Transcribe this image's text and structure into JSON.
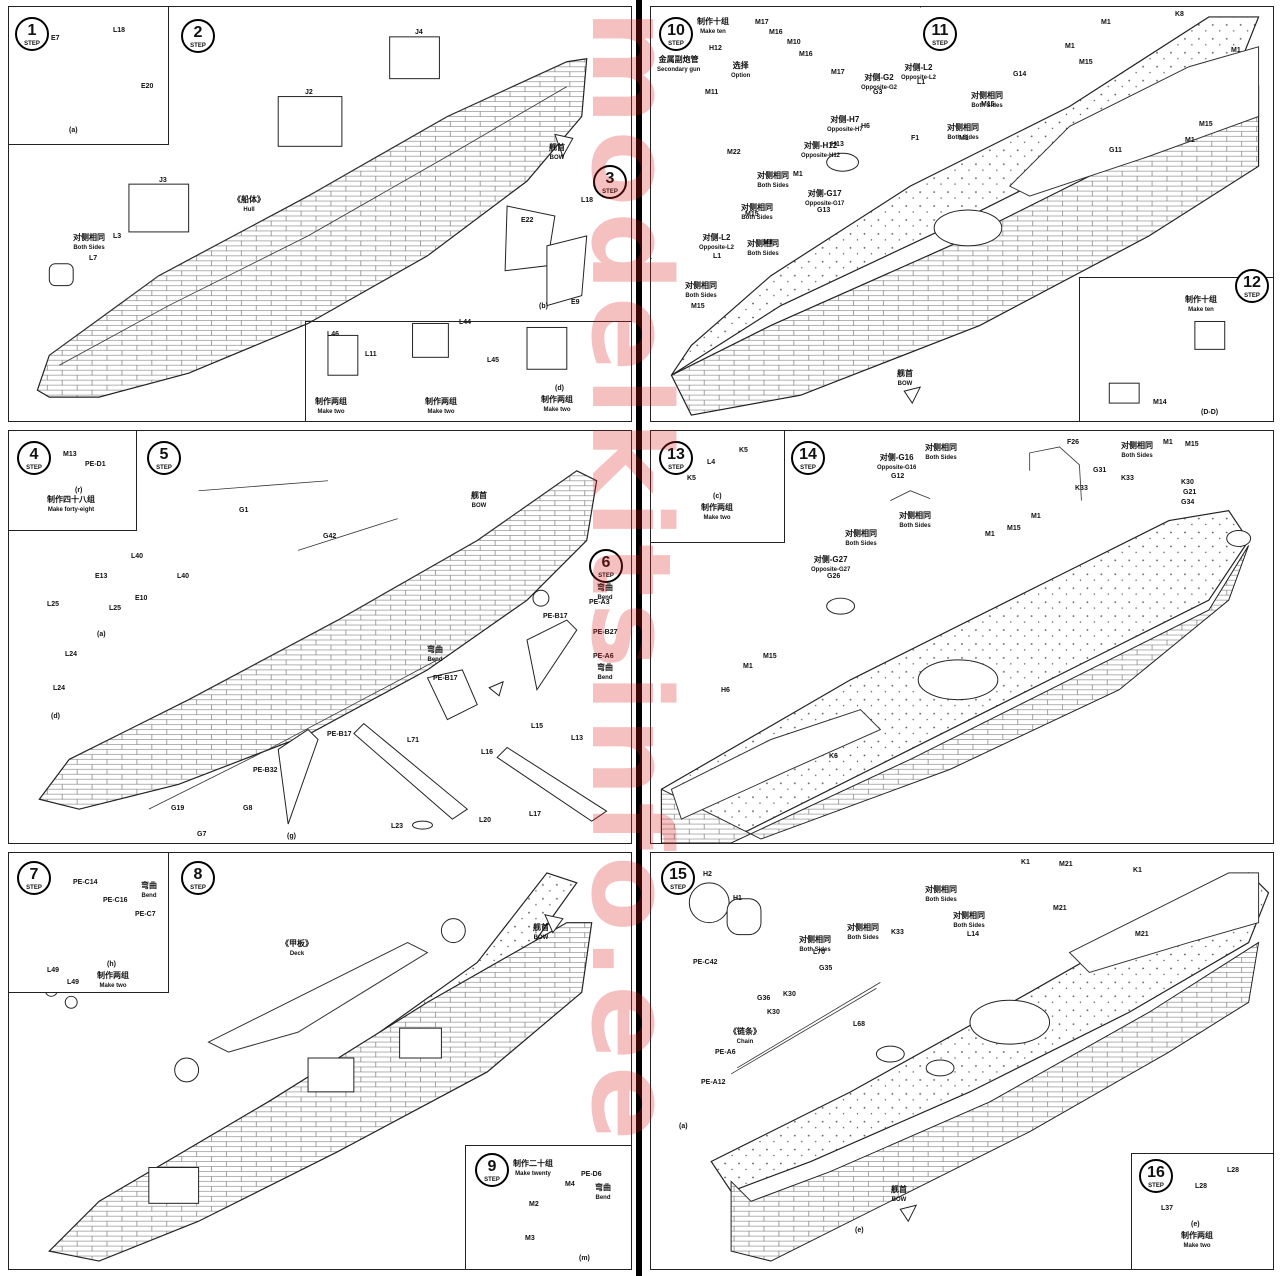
{
  "watermark": "modelkitsinfo.ee",
  "steps": {
    "s1": {
      "num": "1",
      "tag": "STEP",
      "parts": [
        "E7",
        "L18",
        "E20"
      ],
      "sublabel": "(a)"
    },
    "s2": {
      "num": "2",
      "tag": "STEP",
      "parts": [
        "J4",
        "J2",
        "J3",
        "L3",
        "L7"
      ],
      "hull_cn": "《船体》",
      "hull_en": "Hull",
      "both_cn": "对侧相同",
      "both_en": "Both Sides",
      "bow_cn": "舰首",
      "bow_en": "BOW"
    },
    "s3": {
      "num": "3",
      "tag": "STEP",
      "parts": [
        "L18",
        "E22",
        "E9"
      ],
      "sublabel": "(b)"
    },
    "s3b": {
      "parts": [
        "L46",
        "L11",
        "L44",
        "L45"
      ],
      "sublabel": "(d)",
      "make_cn": "制作两组",
      "make_en": "Make two"
    },
    "s4": {
      "num": "4",
      "tag": "STEP",
      "parts": [
        "M13",
        "PE-D1"
      ],
      "sublabel": "(r)",
      "make_cn": "制作四十八组",
      "make_en": "Make forty-eight"
    },
    "s5": {
      "num": "5",
      "tag": "STEP",
      "parts": [
        "G1",
        "G42",
        "L40",
        "L40",
        "E13",
        "E10",
        "L25",
        "L25",
        "L24",
        "L24"
      ],
      "subs": [
        "(a)",
        "(d)"
      ],
      "bow_cn": "舰首",
      "bow_en": "BOW"
    },
    "s6": {
      "num": "6",
      "tag": "STEP",
      "parts": [
        "PE-B17",
        "PE-A3",
        "PE-B27",
        "PE-A6",
        "PE-B17",
        "PE-B17",
        "PE-B32",
        "L71",
        "L15",
        "L13",
        "L16",
        "L17",
        "L23",
        "L20",
        "G19",
        "G8",
        "G7"
      ],
      "bend_cn": "弯曲",
      "bend_en": "Bend",
      "sublabel": "(g)"
    },
    "s7": {
      "num": "7",
      "tag": "STEP",
      "parts": [
        "PE-C14",
        "PE-C16",
        "PE-C7"
      ],
      "bend_cn": "弯曲",
      "bend_en": "Bend",
      "sublabel": "(h)",
      "make_cn": "制作两组",
      "make_en": "Make two"
    },
    "s8": {
      "num": "8",
      "tag": "STEP",
      "deck_cn": "《甲板》",
      "deck_en": "Deck",
      "parts": [
        "L49",
        "L49"
      ],
      "bow_cn": "舰首",
      "bow_en": "BOW"
    },
    "s9": {
      "num": "9",
      "tag": "STEP",
      "make_cn": "制作二十组",
      "make_en": "Make twenty",
      "parts": [
        "M2",
        "M3",
        "M4",
        "PE-D6"
      ],
      "bend_cn": "弯曲",
      "bend_en": "Bend",
      "sublabel": "(m)"
    },
    "s10": {
      "num": "10",
      "tag": "STEP",
      "make_cn": "制作十组",
      "make_en": "Make ten",
      "gun_cn": "金属副炮管",
      "gun_en": "Secondary gun",
      "option_cn": "选择",
      "option_en": "Option",
      "parts": [
        "H12",
        "M17",
        "M16",
        "M10",
        "M16",
        "M17",
        "M11",
        "M22"
      ]
    },
    "s11": {
      "num": "11",
      "tag": "STEP",
      "parts": [
        "K8",
        "M1",
        "M15",
        "M1",
        "M1",
        "G14",
        "M15",
        "M1",
        "G11",
        "M15",
        "M1",
        "F1",
        "H6",
        "G3",
        "L1",
        "H13",
        "G13",
        "M1",
        "M15",
        "M1",
        "M15",
        "L1"
      ],
      "opp_l2_cn": "对侧-L2",
      "opp_l2_en": "Opposite-L2",
      "opp_g2_cn": "对侧-G2",
      "opp_g2_en": "Opposite-G2",
      "opp_h7_cn": "对侧-H7",
      "opp_h7_en": "Opposite-H7",
      "opp_h12_cn": "对侧-H12",
      "opp_h12_en": "Opposite-H12",
      "opp_g17_cn": "对侧-G17",
      "opp_g17_en": "Opposite-G17",
      "both_cn": "对侧相同",
      "both_en": "Both Sides",
      "bow_cn": "舰首",
      "bow_en": "BOW"
    },
    "s12": {
      "num": "12",
      "tag": "STEP",
      "make_cn": "制作十组",
      "make_en": "Make ten",
      "parts": [
        "M14"
      ],
      "sublabel": "(D-D)"
    },
    "s13": {
      "num": "13",
      "tag": "STEP",
      "parts": [
        "L4",
        "K5",
        "K5"
      ],
      "sublabel": "(c)",
      "make_cn": "制作两组",
      "make_en": "Make two"
    },
    "s14": {
      "num": "14",
      "tag": "STEP",
      "parts": [
        "F26",
        "G31",
        "K33",
        "K33",
        "K30",
        "G21",
        "G34",
        "M1",
        "M15",
        "M1",
        "M1",
        "M15",
        "H6",
        "K6",
        "M1",
        "M15"
      ],
      "opp_g16_cn": "对侧-G16",
      "opp_g16_en": "Opposite-G16",
      "opp_g27_cn": "对侧-G27",
      "opp_g27_en": "Opposite-G27",
      "g12": "G12",
      "g26": "G26",
      "both_cn": "对侧相同",
      "both_en": "Both Sides"
    },
    "s15": {
      "num": "15",
      "tag": "STEP",
      "parts": [
        "H2",
        "H1",
        "PE-C42",
        "K1",
        "M21",
        "K1",
        "M21",
        "M21",
        "K33",
        "L14",
        "L70",
        "G35",
        "K30",
        "G36",
        "K30",
        "L68",
        "PE-A6",
        "PE-A12"
      ],
      "chain_cn": "《链条》",
      "chain_en": "Chain",
      "both_cn": "对侧相同",
      "both_en": "Both Sides",
      "bow_cn": "舰首",
      "bow_en": "BOW",
      "subs": [
        "(a)",
        "(e)"
      ]
    },
    "s16": {
      "num": "16",
      "tag": "STEP",
      "parts": [
        "L28",
        "L28",
        "L37"
      ],
      "sublabel": "(e)",
      "make_cn": "制作两组",
      "make_en": "Make two"
    }
  }
}
